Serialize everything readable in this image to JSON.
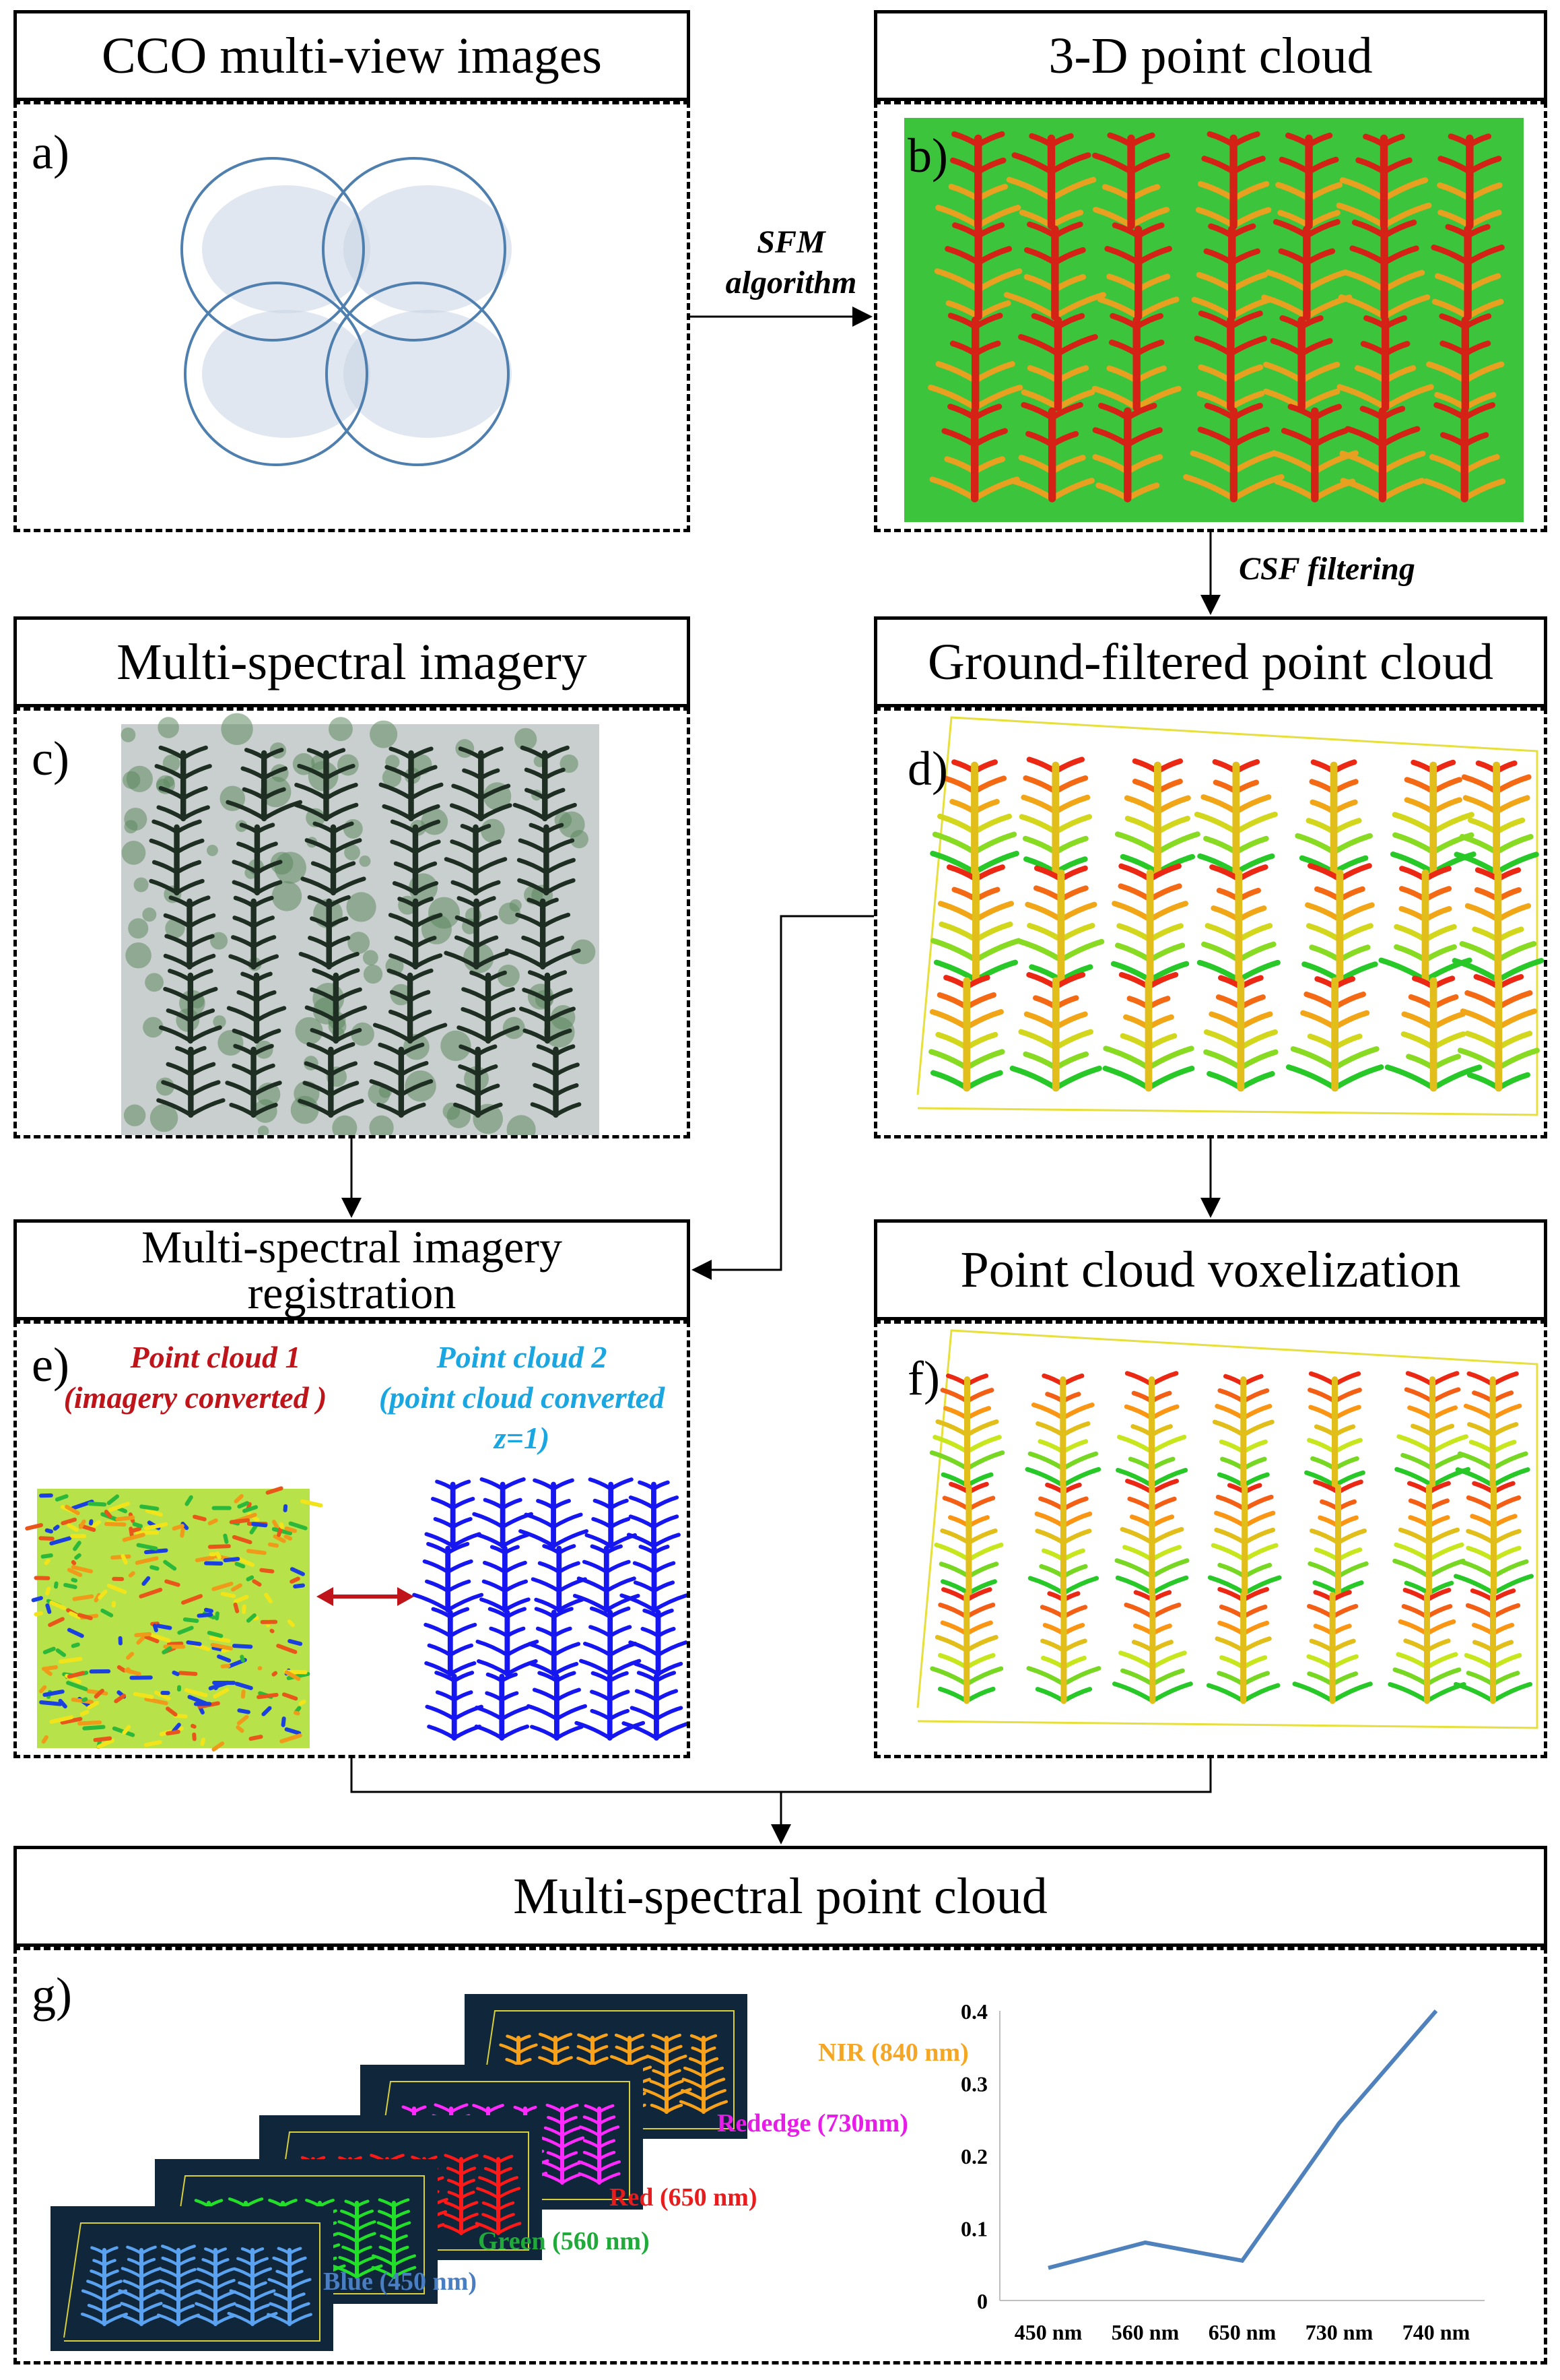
{
  "titles": {
    "a": "CCO multi-view images",
    "b": "3-D point cloud",
    "c": "Multi-spectral imagery",
    "d": "Ground-filtered point cloud",
    "e_line1": "Multi-spectral imagery",
    "e_line2": "registration",
    "f": "Point cloud voxelization",
    "g": "Multi-spectral point cloud"
  },
  "panel_labels": {
    "a": "a)",
    "b": "b)",
    "c": "c)",
    "d": "d)",
    "e": "e)",
    "f": "f)",
    "g": "g)"
  },
  "flow": {
    "sfm_line1": "SFM",
    "sfm_line2": "algorithm",
    "csf": "CSF filtering"
  },
  "registration": {
    "pc1_line1": "Point cloud 1",
    "pc1_line2": "(imagery converted )",
    "pc2_line1": "Point cloud 2",
    "pc2_line2": "(point cloud converted",
    "pc2_line3": "z=1)"
  },
  "bands": [
    {
      "label": "Blue (450 nm)",
      "color": "#4a7ec2",
      "fill": "#5aa2f0"
    },
    {
      "label": "Green (560 nm)",
      "color": "#1faa3a",
      "fill": "#22e02a"
    },
    {
      "label": "Red (650 nm)",
      "color": "#e81c1c",
      "fill": "#ff1a1a"
    },
    {
      "label": "Rededge (730nm)",
      "color": "#e81ce8",
      "fill": "#ff2aff"
    },
    {
      "label": "NIR (840 nm)",
      "color": "#f5a623",
      "fill": "#f8a21c"
    }
  ],
  "chart_data": {
    "type": "line",
    "categories": [
      "450 nm",
      "560 nm",
      "650 nm",
      "730 nm",
      "740 nm"
    ],
    "values": [
      0.045,
      0.08,
      0.055,
      0.245,
      0.4
    ],
    "ylim": [
      0,
      0.4
    ],
    "yticks": [
      "0",
      "0.1",
      "0.2",
      "0.3",
      "0.4"
    ],
    "line_color": "#4f81bd",
    "grid": false
  }
}
